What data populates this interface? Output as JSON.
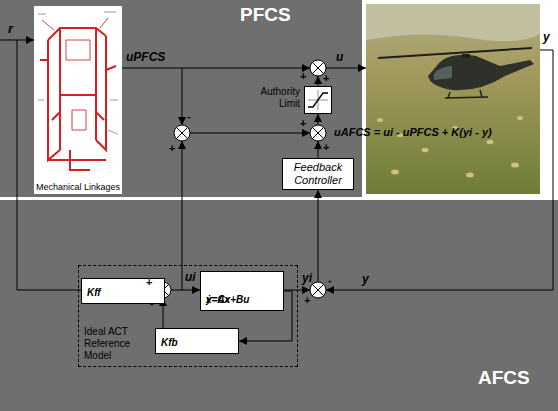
{
  "diagram": {
    "nodes": [
      {
        "text": [
          "Mechanical Linkages"
        ]
      },
      {
        "text": [
          "Authority Limit"
        ]
      },
      {
        "text": [
          "Feedback Controller"
        ]
      },
      {
        "text": [
          "Ideal ACT Reference Model"
        ]
      },
      {
        "text": [
          "Kff"
        ],
        "in": 3
      },
      {
        "text": [
          "ẋ=Ax+Bu",
          "y=Cx"
        ],
        "in": 3
      },
      {
        "text": [
          "Kfb"
        ],
        "in": 3
      }
    ],
    "edges": [
      {
        "from": 5,
        "to": 6,
        "arrow": "to"
      }
    ],
    "labels": [
      "PFCS",
      "r",
      "uPFCS",
      "u",
      "y",
      "+",
      "+",
      "-",
      "+",
      "+",
      "+",
      "uAFCS = ui - uPFCS + K(yi - y)",
      "ui",
      "yi",
      "+",
      "-",
      "+",
      "-",
      "y",
      "AFCS"
    ]
  }
}
